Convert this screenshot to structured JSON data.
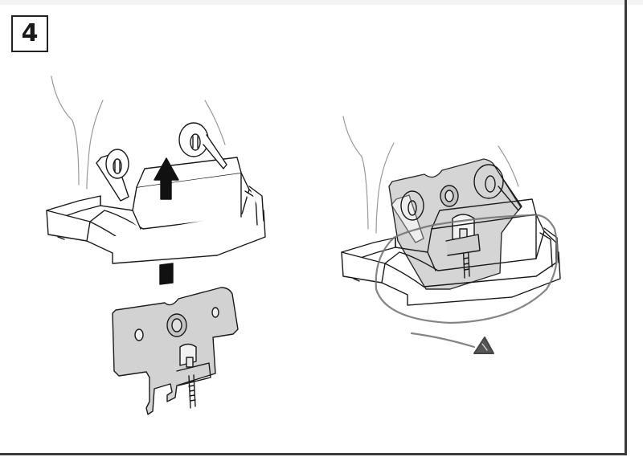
{
  "step": {
    "number": "4"
  },
  "illustrations": [
    {
      "id": "left",
      "description": "Mounting bracket plate being inserted upward into roof-rack foot",
      "arrow": "up-arrow"
    },
    {
      "id": "right",
      "description": "Bracket installed inside foot with circled highlight and warning triangle",
      "marker": "warning-triangle-icon"
    }
  ],
  "colors": {
    "line": "#1a1a1a",
    "plate": "#d2d2d2",
    "guide": "#9a9a9a",
    "frame": "#3a3a3a",
    "highlight": "#707070"
  }
}
